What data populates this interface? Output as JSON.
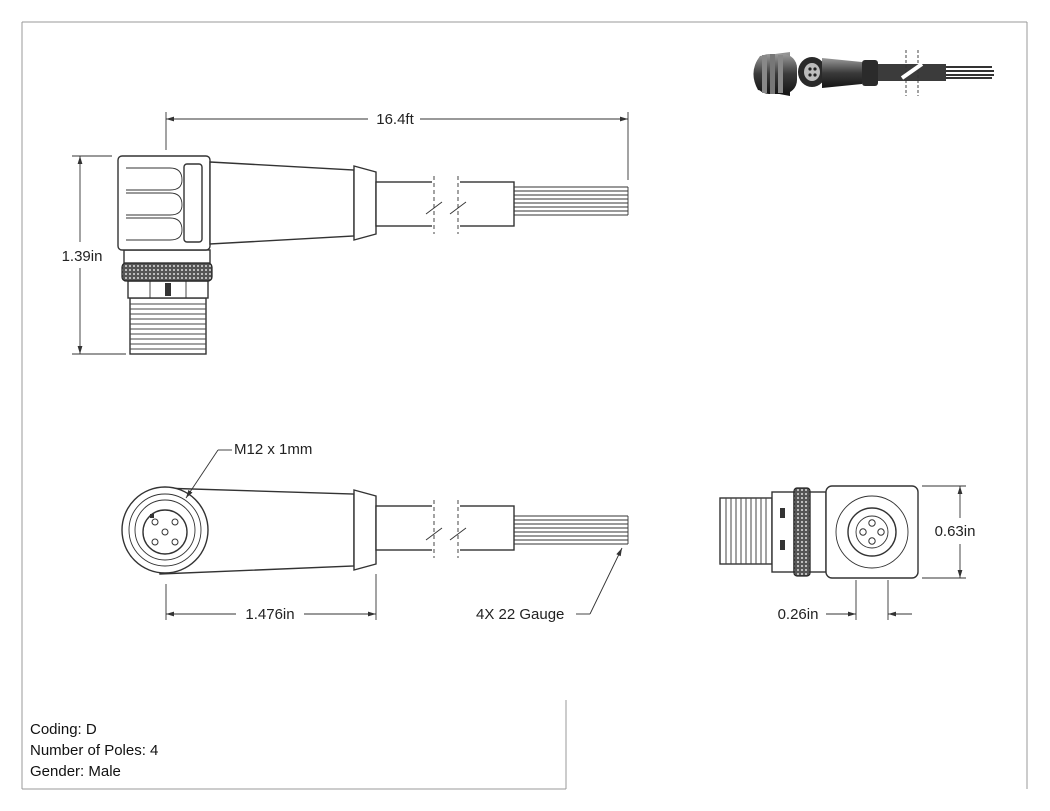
{
  "dimensions": {
    "cable_length": "16.4ft",
    "height": "1.39in",
    "thread_spec": "M12 x 1mm",
    "overmold_length": "1.476in",
    "wire_gauge": "4X 22 Gauge",
    "face_height": "0.63in",
    "face_depth": "0.26in"
  },
  "specs": [
    "Coding: D",
    "Number of Poles: 4",
    "Gender: Male"
  ]
}
